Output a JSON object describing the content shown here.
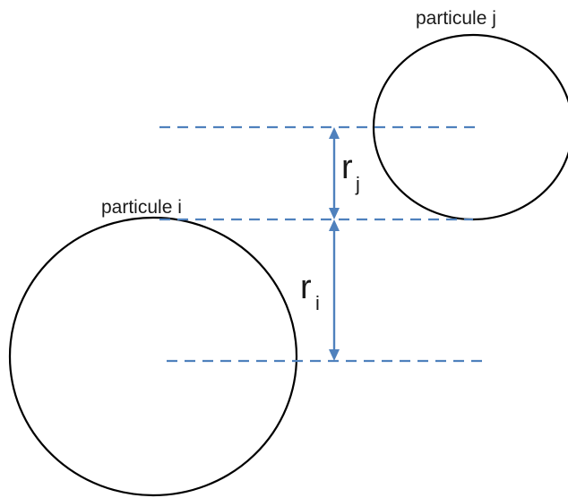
{
  "labels": {
    "particle_j": "particule j",
    "particle_i": "particule i",
    "r_j": {
      "main": "r",
      "sub": "j"
    },
    "r_i": {
      "main": "r",
      "sub": "i"
    }
  },
  "colors": {
    "circle": "#000000",
    "dash": "#4f81bd",
    "arrow": "#4f81bd",
    "background": "#ffffff"
  }
}
